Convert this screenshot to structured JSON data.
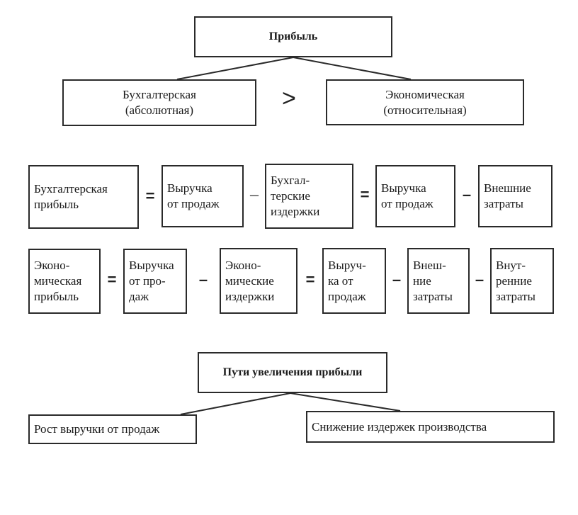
{
  "top_section": {
    "root": "Прибыль",
    "left_child": "Бухгалтерская\n(абсолютная)",
    "comparison": ">",
    "right_child": "Экономическая\n(относительная)"
  },
  "formula_accounting": {
    "terms": [
      "Бухгалтерская\nприбыль",
      "Выручка\nот продаж",
      "Бухгал-\nтерские\nиздержки",
      "Выручка\nот продаж",
      "Внешние\nзатраты"
    ],
    "operators": [
      "=",
      "–",
      "=",
      "–"
    ]
  },
  "formula_economic": {
    "terms": [
      "Эконо-\nмическая\nприбыль",
      "Выручка\nот про-\nдаж",
      "Эконо-\nмические\nиздержки",
      "Выруч-\nка от\nпродаж",
      "Внеш-\nние\nзатраты",
      "Внут-\nренние\nзатраты"
    ],
    "operators": [
      "=",
      "–",
      "=",
      "–",
      "–"
    ]
  },
  "bottom_section": {
    "root": "Пути увеличения прибыли",
    "left_child": "Рост выручки от продаж",
    "right_child": "Снижение издержек производства"
  }
}
